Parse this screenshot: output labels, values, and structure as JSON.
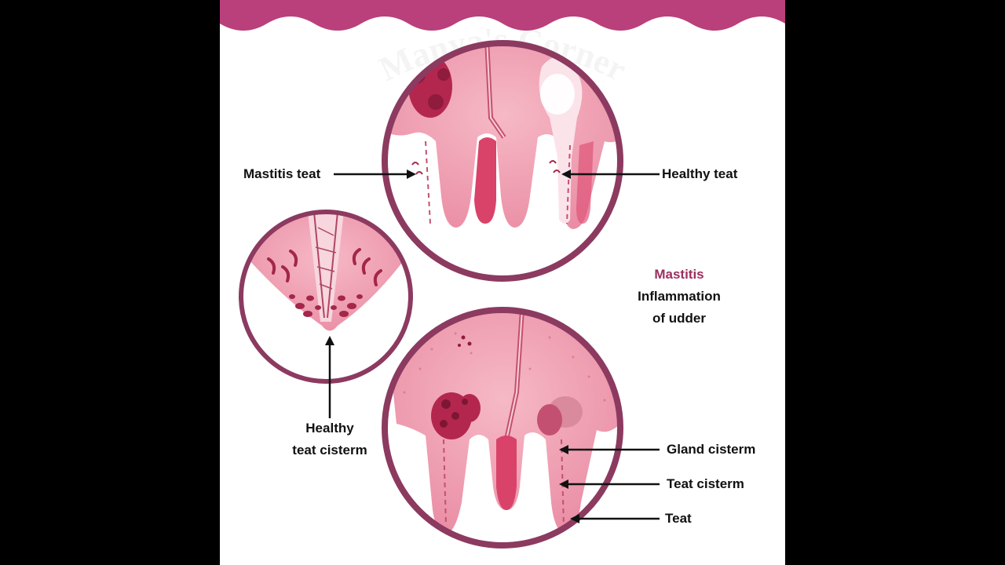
{
  "colors": {
    "background": "#000000",
    "canvas": "#ffffff",
    "wave": "#b9407a",
    "ring": "#8c3a60",
    "tissue": "#f1a7b7",
    "tissue_dark": "#d64a72",
    "accent_text": "#9c2f61",
    "text": "#111111"
  },
  "watermark": {
    "text": "Manya's Corner"
  },
  "labels": {
    "mastitis_teat": "Mastitis teat",
    "healthy_teat": "Healthy teat",
    "healthy_teat_cisterm": [
      "Healthy",
      "teat cisterm"
    ],
    "gland_cisterm": "Gland cisterm",
    "teat_cisterm": "Teat cisterm",
    "teat": "Teat"
  },
  "caption": {
    "title": "Mastitis",
    "line1": "Inflammation",
    "line2": "of udder"
  },
  "icons": [
    "arrow-left-icon",
    "arrow-right-icon",
    "arrow-up-icon"
  ]
}
